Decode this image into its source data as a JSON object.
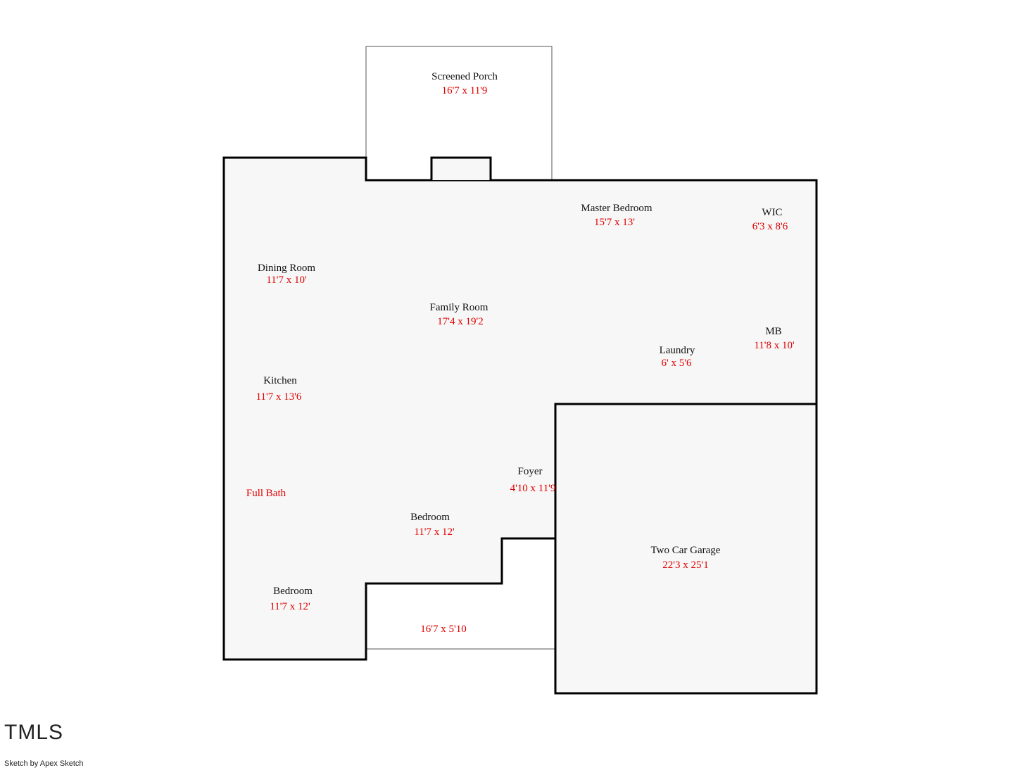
{
  "colors": {
    "floor_fill": "#f7f7f7",
    "wall": "#000000",
    "thin_wall": "#555555",
    "room_name": "#111111",
    "dimension": "#e00000"
  },
  "rooms": {
    "screened_porch": {
      "name": "Screened Porch",
      "dim": "16'7 x 11'9"
    },
    "master_bedroom": {
      "name": "Master Bedroom",
      "dim": "15'7 x 13'"
    },
    "wic": {
      "name": "WIC",
      "dim": "6'3 x 8'6"
    },
    "dining_room": {
      "name": "Dining Room",
      "dim": "11'7 x 10'"
    },
    "family_room": {
      "name": "Family Room",
      "dim": "17'4 x 19'2"
    },
    "mb": {
      "name": "MB",
      "dim": "11'8 x 10'"
    },
    "laundry": {
      "name": "Laundry",
      "dim": "6' x 5'6"
    },
    "kitchen": {
      "name": "Kitchen",
      "dim": "11'7 x 13'6"
    },
    "foyer": {
      "name": "Foyer",
      "dim": "4'10 x 11'9"
    },
    "full_bath": {
      "name": "Full Bath"
    },
    "bedroom_2": {
      "name": "Bedroom",
      "dim": "11'7 x 12'"
    },
    "garage": {
      "name": "Two Car Garage",
      "dim": "22'3 x 25'1"
    },
    "bedroom_3": {
      "name": "Bedroom",
      "dim": "11'7 x 12'"
    },
    "front_porch": {
      "dim": "16'7 x 5'10"
    }
  },
  "footer": {
    "logo": "TMLS",
    "credit": "Sketch by Apex Sketch"
  }
}
